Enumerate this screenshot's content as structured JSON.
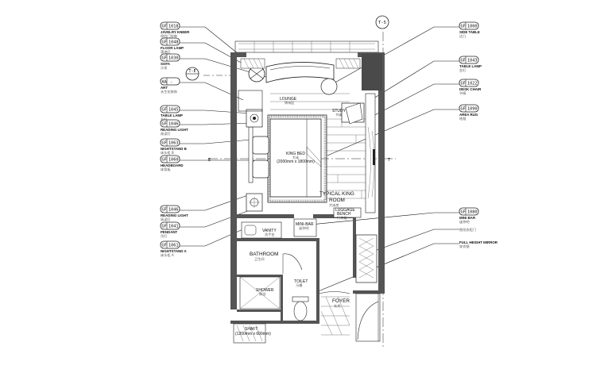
{
  "section_tag": "T-5",
  "axis_marker": "T-E",
  "left_tags": [
    {
      "prefix": "GF",
      "code": "1018",
      "name": "JAVELRY KNEER",
      "cn": "保险门铃带"
    },
    {
      "prefix": "GF",
      "code": "1048",
      "name": "FLOOR LAMP",
      "cn": "落地灯"
    },
    {
      "prefix": "GF",
      "code": "1030",
      "name": "SOFA",
      "cn": "沙发"
    },
    {
      "prefix": "AA",
      "code": "-",
      "name": "ART",
      "cn": "永生花装饰"
    },
    {
      "prefix": "GF",
      "code": "1045",
      "name": "TABLE LAMP",
      "cn": "台灯"
    },
    {
      "prefix": "GF",
      "code": "1046",
      "name": "READING LIGHT",
      "cn": "阅读灯"
    },
    {
      "prefix": "GF",
      "code": "1063",
      "name": "NIGHTSTAND B",
      "cn": "床头柜 B"
    },
    {
      "prefix": "GF",
      "code": "1060",
      "name": "HEADBOARD",
      "cn": "床背板"
    },
    {
      "prefix": "GF",
      "code": "1046",
      "name": "READING LIGHT",
      "cn": "阅读灯"
    },
    {
      "prefix": "GF",
      "code": "1041",
      "name": "PENDANT",
      "cn": "吊灯"
    },
    {
      "prefix": "GF",
      "code": "1061",
      "name": "NIGHTSTAND A",
      "cn": "床头柜 A"
    }
  ],
  "right_tags": [
    {
      "prefix": "GF",
      "code": "1000",
      "name": "SIDE TABLE",
      "cn": "边几"
    },
    {
      "prefix": "GF",
      "code": "1043",
      "name": "TABLE LAMP",
      "cn": "台灯"
    },
    {
      "prefix": "GF",
      "code": "1022",
      "name": "DESK CHAIR",
      "cn": "书椅"
    },
    {
      "prefix": "GF",
      "code": "1090",
      "name": "AREA RUG",
      "cn": "地毯"
    },
    {
      "prefix": "GF",
      "code": "1080",
      "name": "MINI BAR",
      "cn": "迷你吧"
    }
  ],
  "right_notes": [
    "隐形衣柜门",
    "FULL HEIGHT MIRROR",
    "穿衣镜"
  ],
  "rooms": {
    "lounge": "LOUNGE",
    "lounge_cn": "休闲区",
    "study": "STUDY",
    "study_cn": "书桌",
    "bed": "KING BED",
    "bed_cn": "大床",
    "bed_size": "(2000mm x 1800mm)",
    "room_title_1": "TYPICAL KING",
    "room_title_2": "ROOM",
    "room_cn": "大床房",
    "luggage_1": "LUGGAGE",
    "luggage_2": "BENCH",
    "luggage_cn": "行李架",
    "vanity": "VANITY",
    "vanity_cn": "洗手台",
    "minibar": "MINI-BAR",
    "minibar_cn": "迷你吧",
    "bathroom": "BATHROOM",
    "bathroom_cn": "卫生间",
    "shower": "SHOWER",
    "shower_cn": "淋浴",
    "toilet": "TOILET",
    "toilet_cn": "马桶",
    "foyer": "FOYER",
    "foyer_cn": "玄关",
    "shaft": "SHAFT",
    "shaft_size": "(1200mm x 600mm)"
  }
}
